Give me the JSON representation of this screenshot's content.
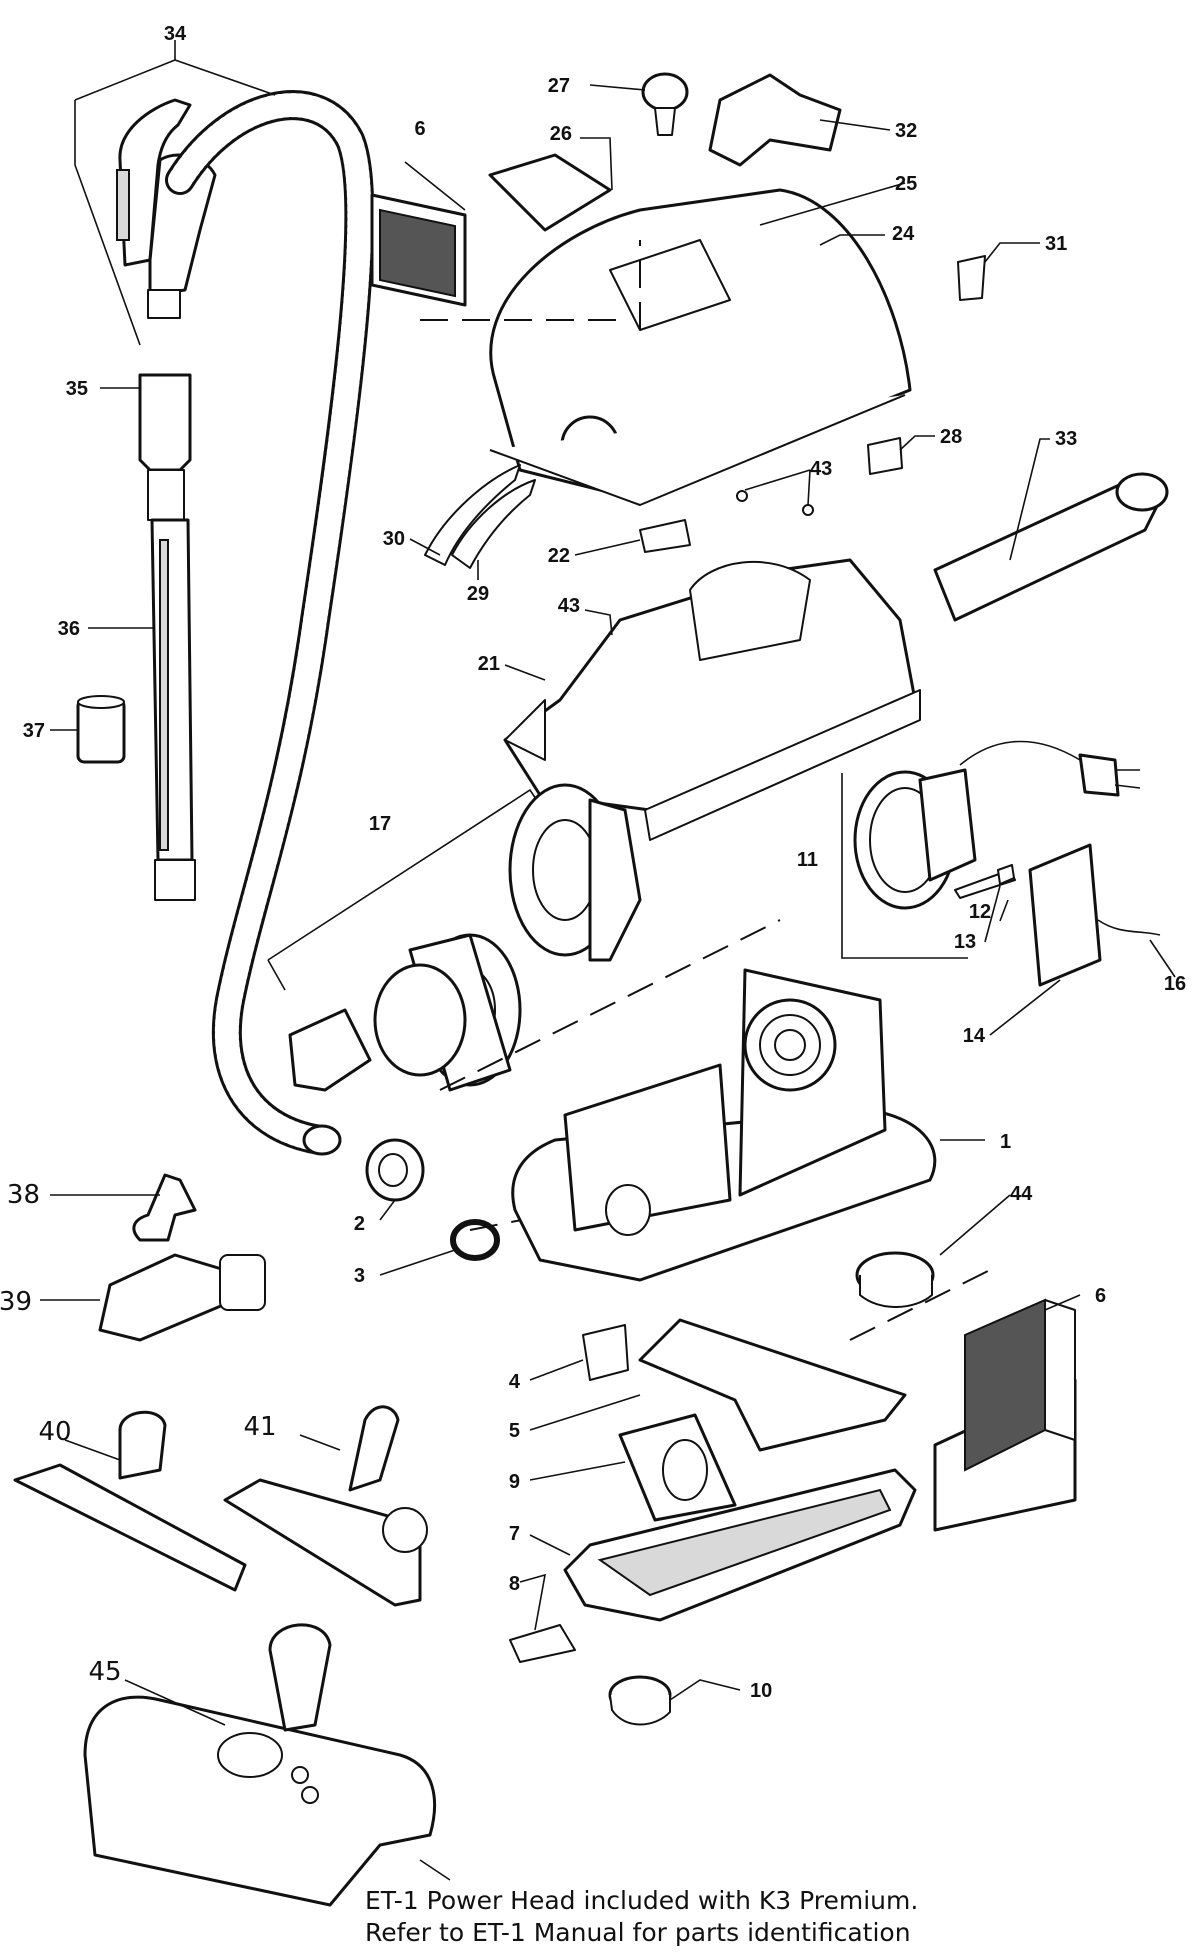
{
  "labels": {
    "l1": "1",
    "l2": "2",
    "l3": "3",
    "l4": "4",
    "l5": "5",
    "l6a": "6",
    "l6b": "6",
    "l7": "7",
    "l8": "8",
    "l9": "9",
    "l10": "10",
    "l11": "11",
    "l12": "12",
    "l13": "13",
    "l14": "14",
    "l16": "16",
    "l17": "17",
    "l21": "21",
    "l22": "22",
    "l24": "24",
    "l25": "25",
    "l26": "26",
    "l27": "27",
    "l28": "28",
    "l29": "29",
    "l30": "30",
    "l31": "31",
    "l32": "32",
    "l33": "33",
    "l34": "34",
    "l35": "35",
    "l36": "36",
    "l37": "37",
    "l38": "38",
    "l39": "39",
    "l40": "40",
    "l41": "41",
    "l43a": "43",
    "l43b": "43",
    "l44": "44",
    "l45": "45"
  },
  "note": {
    "line1": "ET-1 Power Head included with K3 Premium.",
    "line2": "Refer to ET-1 Manual for parts identification"
  }
}
